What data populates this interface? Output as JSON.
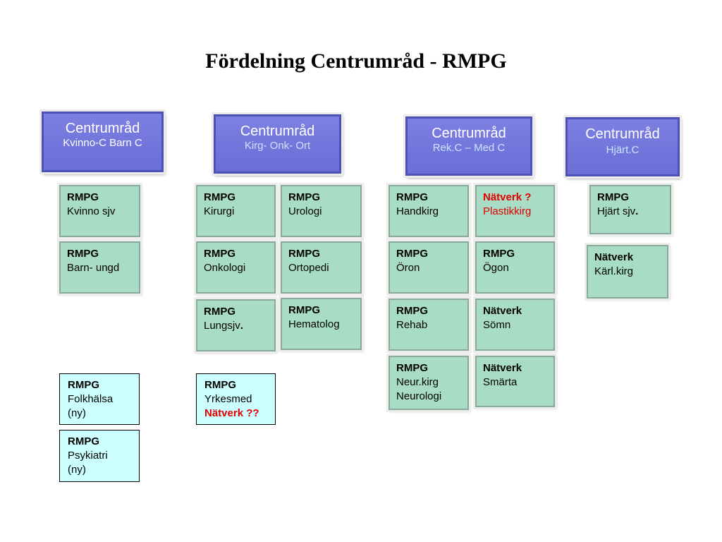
{
  "title": "Fördelning Centrumråd -  RMPG",
  "centrumrad": [
    {
      "heading": "Centrumråd",
      "sub": "Kvinno-C Barn C"
    },
    {
      "heading": "Centrumråd",
      "sub": "Kirg- Onk- Ort"
    },
    {
      "heading": "Centrumråd",
      "sub": "Rek.C – Med C"
    },
    {
      "heading": "Centrumråd",
      "sub": "Hjärt.C"
    }
  ],
  "boxes": {
    "kvinno_sjv": {
      "label": "RMPG",
      "text": "Kvinno sjv"
    },
    "barn_ungd": {
      "label": "RMPG",
      "text": "Barn- ungd"
    },
    "kirurgi": {
      "label": "RMPG",
      "text": "Kirurgi"
    },
    "urologi": {
      "label": "RMPG",
      "text": "Urologi"
    },
    "onkologi": {
      "label": "RMPG",
      "text": "Onkologi"
    },
    "ortopedi": {
      "label": "RMPG",
      "text": "Ortopedi"
    },
    "lungsjv": {
      "label": "RMPG",
      "text": "Lungsjv",
      "suffix": "."
    },
    "hematolog": {
      "label": "RMPG",
      "text": "Hematolog"
    },
    "handkirg": {
      "label": "RMPG",
      "text": "Handkirg"
    },
    "plastikkirg": {
      "label": "Nätverk ?",
      "text": "Plastikkirg"
    },
    "oron": {
      "label": "RMPG",
      "text": "Öron"
    },
    "ogon": {
      "label": "RMPG",
      "text": "Ögon"
    },
    "rehab": {
      "label": "RMPG",
      "text": "Rehab"
    },
    "somn": {
      "label": "Nätverk",
      "text": "Sömn"
    },
    "neur": {
      "label": "RMPG",
      "text": "Neur.kirg",
      "text2": "Neurologi"
    },
    "smarta": {
      "label": "Nätverk",
      "text": "Smärta"
    },
    "hjart": {
      "label": "RMPG",
      "text": "Hjärt sjv",
      "suffix": "."
    },
    "karl": {
      "label": "Nätverk",
      "text": "Kärl.kirg"
    }
  },
  "plain_boxes": {
    "folkhalsa": {
      "label": "RMPG",
      "text": "Folkhälsa",
      "text2": "(ny)"
    },
    "psykiatri": {
      "label": "RMPG",
      "text": "Psykiatri",
      "text2": "(ny)"
    },
    "yrkesmed": {
      "label": "RMPG",
      "text": "Yrkesmed",
      "text2": "Nätverk ??"
    }
  }
}
